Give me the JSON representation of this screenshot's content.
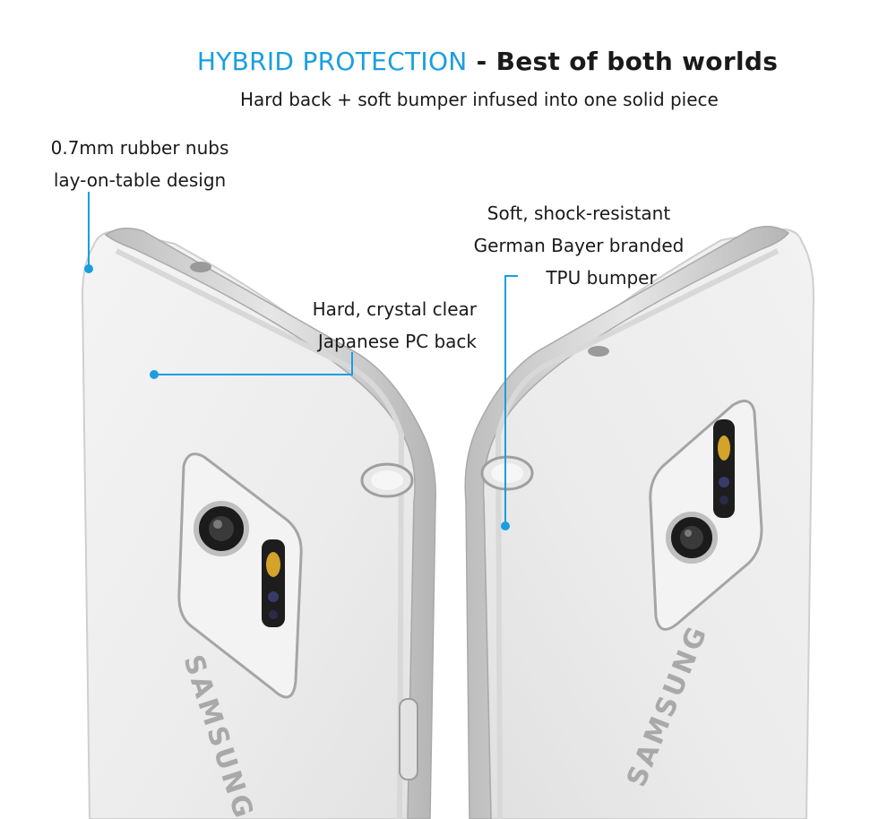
{
  "header": {
    "title_accent": "HYBRID  PROTECTION",
    "title_sep": " - ",
    "title_rest": "Best of both worlds",
    "subtitle": "Hard back + soft bumper infused into one solid piece"
  },
  "callouts": {
    "nubs": {
      "line1": "0.7mm rubber nubs",
      "line2": "lay-on-table design"
    },
    "pc_back": {
      "line1": "Hard, crystal clear",
      "line2": "Japanese PC back"
    },
    "tpu": {
      "line1": "Soft, shock-resistant",
      "line2": "German Bayer branded",
      "line3": "TPU bumper"
    }
  },
  "phones": {
    "left_brand": "SAMSUNG",
    "right_brand": "SAMSUNG"
  },
  "colors": {
    "accent": "#1a9ee0",
    "text": "#1a1a1a",
    "bumper": "#c9c9c9",
    "back": "#efefef"
  }
}
